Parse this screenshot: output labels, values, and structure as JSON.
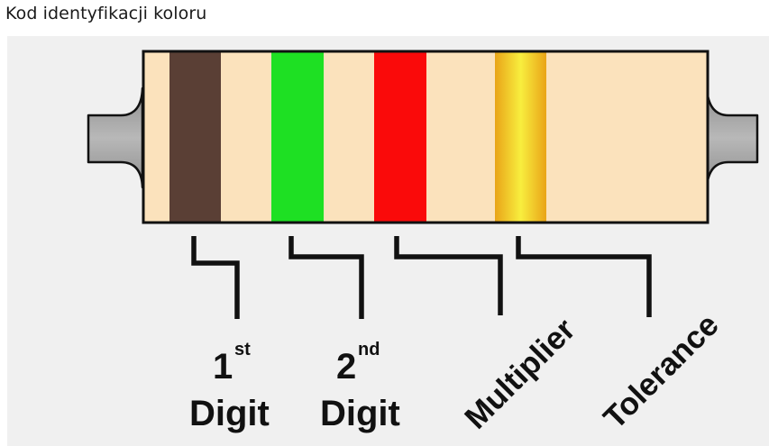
{
  "title": "Kod identyfikacji koloru",
  "bands": [
    {
      "name": "1st-digit-band",
      "color": "#5a3f35"
    },
    {
      "name": "2nd-digit-band",
      "color": "#1ee023"
    },
    {
      "name": "multiplier-red-band",
      "color": "#fa0a0a"
    },
    {
      "name": "multiplier-gold-band",
      "color": "#f2c62a"
    }
  ],
  "colors": {
    "resistor_body": "#fbe2bc",
    "leads": "#a3a3a3",
    "background_panel": "#f0f0f0",
    "outline": "#111111"
  },
  "labels": {
    "first_digit": {
      "num": "1",
      "sup": "st",
      "word": "Digit"
    },
    "second_digit": {
      "num": "2",
      "sup": "nd",
      "word": "Digit"
    },
    "multiplier": "Multiplier",
    "tolerance": "Tolerance"
  }
}
